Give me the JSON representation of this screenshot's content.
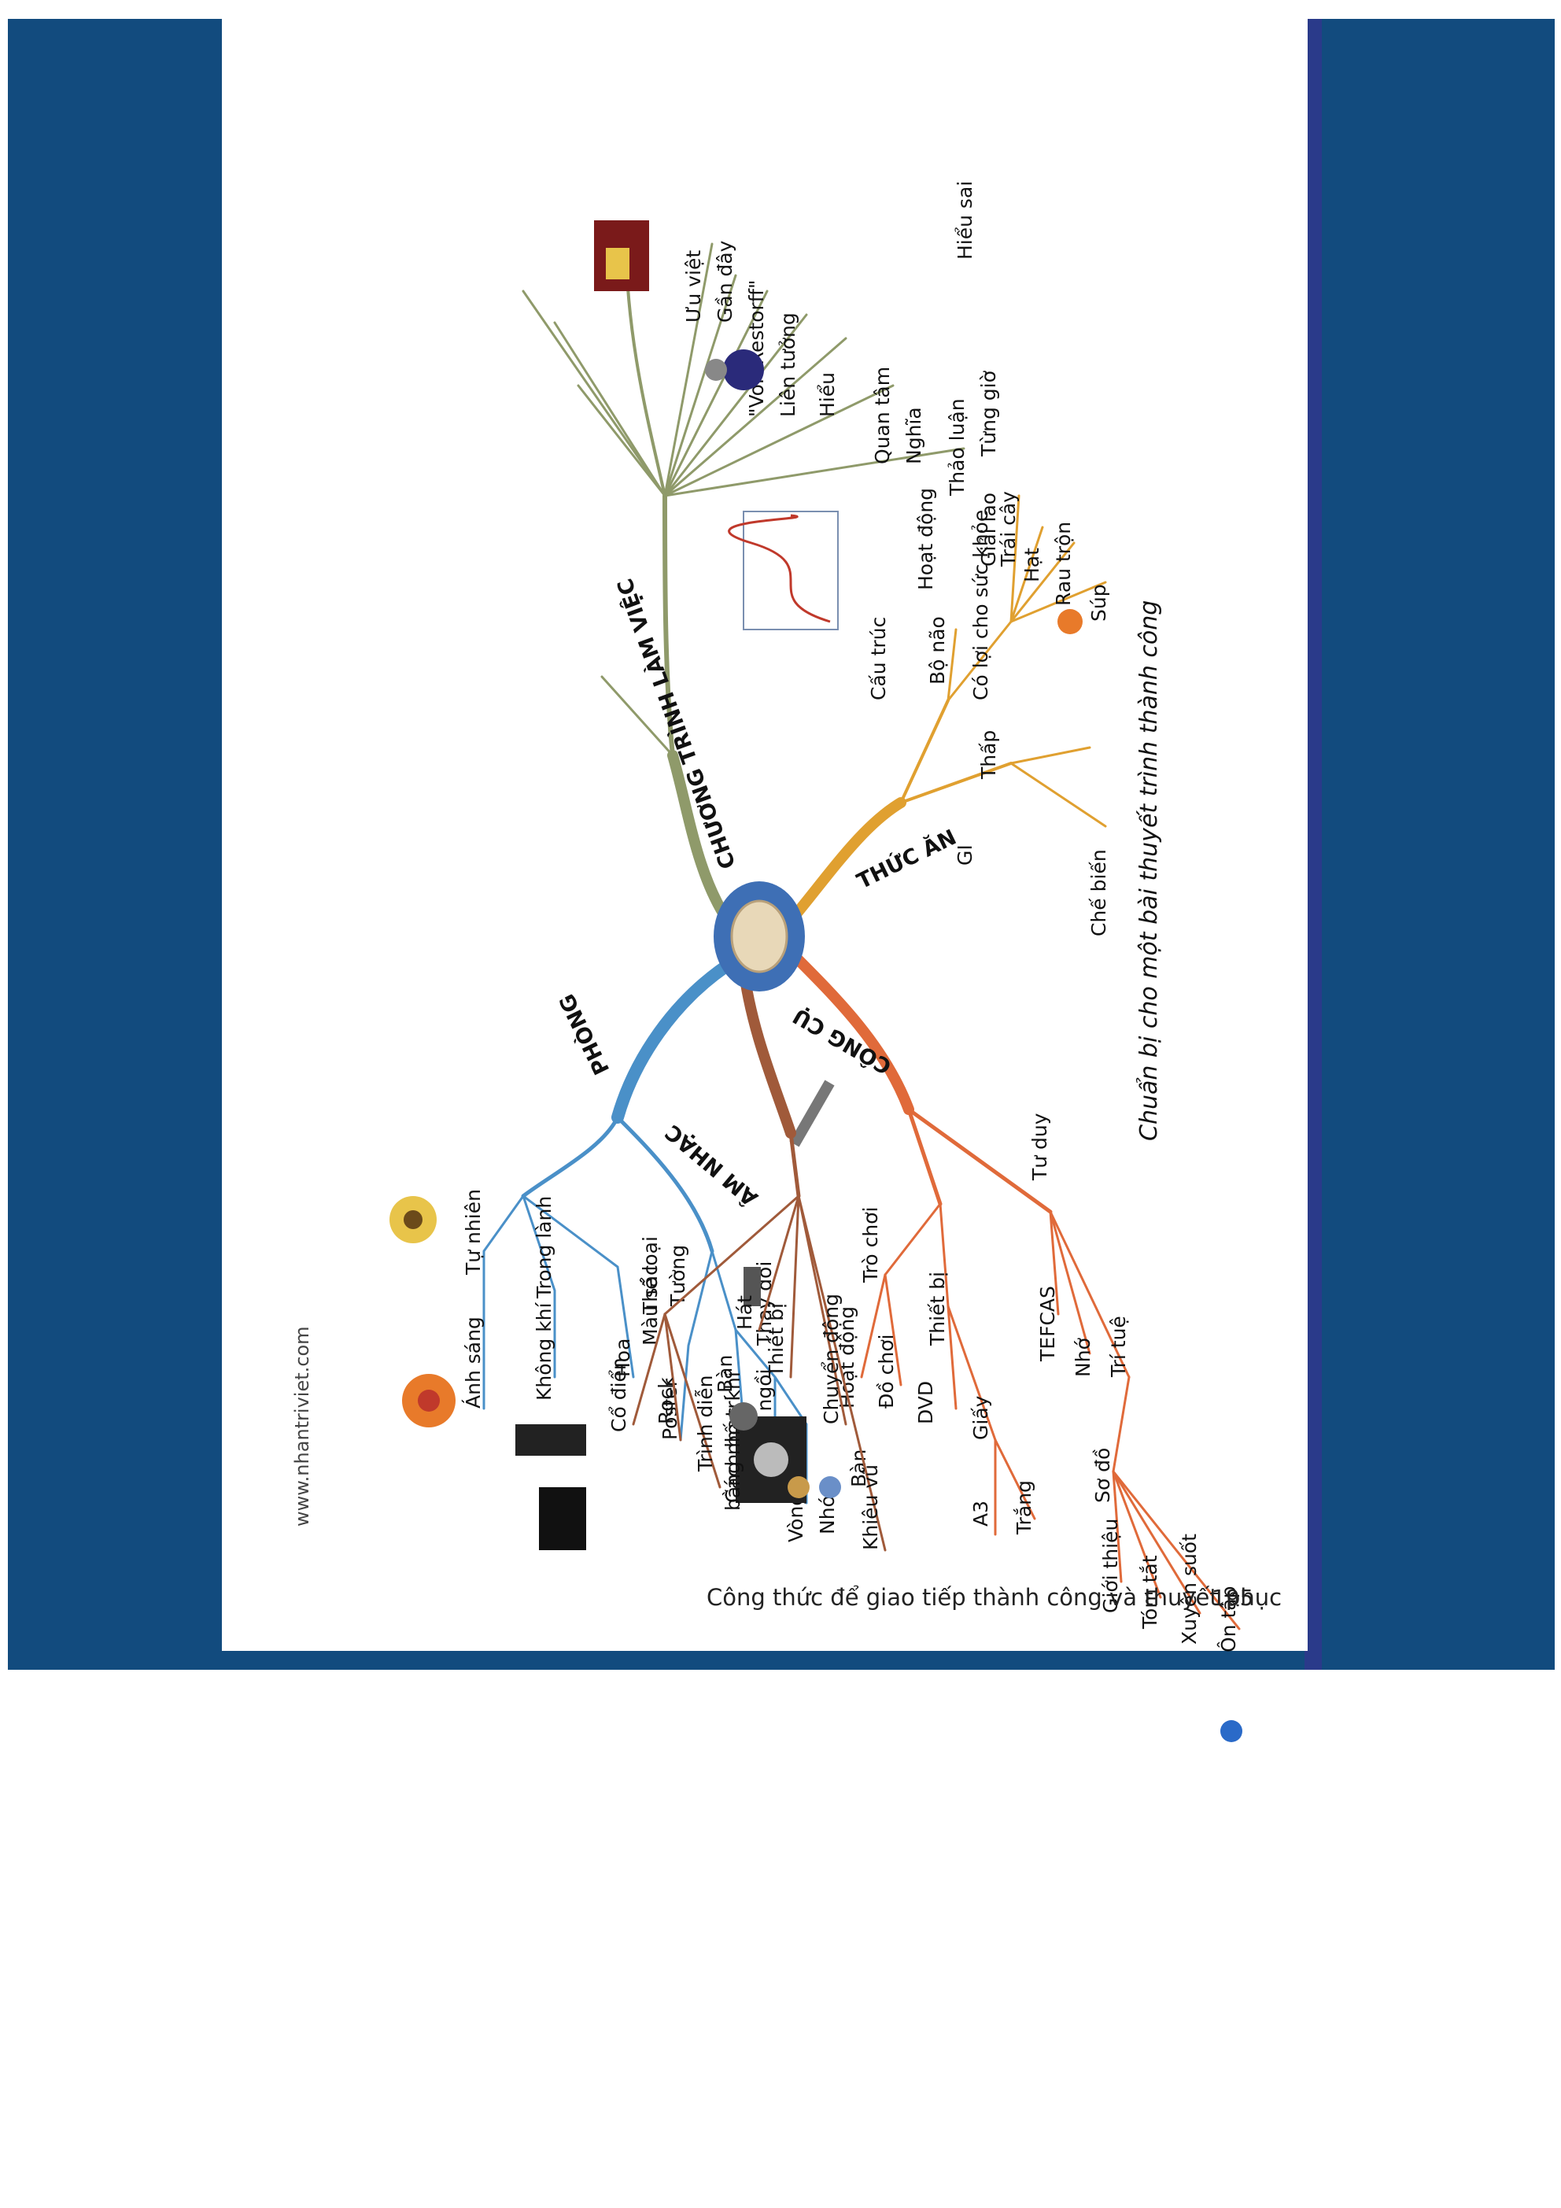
{
  "colors": {
    "background_blue": "#124b7e",
    "page": "#ffffff",
    "phong": "#4a90c8",
    "chuong_trinh": "#8f9a6a",
    "thuc_an": "#e0a030",
    "cong_cu": "#e06a3a",
    "am_nhac": "#a05a3a",
    "center": "#3e6fb5"
  },
  "website": "www.nhantriviet.com",
  "caption": "Chuẩn bị cho một bài thuyết trình thành công",
  "footer": {
    "title": "Công thức để giao tiếp thành công và thuyết phục",
    "page_number": "195"
  },
  "mindmap": {
    "center_icon": "brain-icon",
    "branches": {
      "phong": {
        "title": "PHÒNG",
        "labels": [
          "Tự nhiên",
          "Ánh sáng",
          "Không khí",
          "Trong lành",
          "Hoa",
          "Màu sắc",
          "Poster",
          "Tường",
          "Bàn",
          "Cách bố trí",
          "Thay đổi",
          "Chỗ ngồi",
          "Vòng tròn",
          "Nhóm",
          "Bàn"
        ]
      },
      "chuong_trinh": {
        "title": "CHƯƠNG TRÌNH LÀM VIỆC",
        "labels": [
          "Ưu việt",
          "Gần đây",
          "\"Von Restorff\"",
          "Liên tưởng",
          "Hiểu",
          "Hiểu sai",
          "Quan tâm",
          "Nghĩa",
          "Hoạt động",
          "Thảo luận",
          "Giải lao",
          "Từng giờ",
          "Cấu trúc"
        ]
      },
      "thuc_an": {
        "title": "THỨC ĂN",
        "labels": [
          "Bộ não",
          "Có lợi cho sức khỏe",
          "Trái cây",
          "Hạt",
          "Rau trộn",
          "Súp",
          "Thấp",
          "GI",
          "Chế biến"
        ]
      },
      "cong_cu": {
        "title": "CÔNG CỤ",
        "labels": [
          "Trò chơi",
          "Hoạt động",
          "Đồ chơi",
          "DVD",
          "Thiết bị",
          "Giấy",
          "A3",
          "Trắng",
          "Tư duy",
          "TEFCAS",
          "Nhớ",
          "Trí tuệ",
          "Sơ đồ",
          "Giới thiệu",
          "Tóm tắt",
          "Xuyên suốt",
          "Ôn tập"
        ]
      },
      "am_nhac": {
        "title": "ÂM NHẠC",
        "labels": [
          "Thể loại",
          "Cổ điển",
          "Rock",
          "Trình diễn",
          "bằng nhạc khí",
          "Hát",
          "Thiết bị",
          "Chuyển động",
          "Khiêu vũ"
        ]
      }
    }
  }
}
